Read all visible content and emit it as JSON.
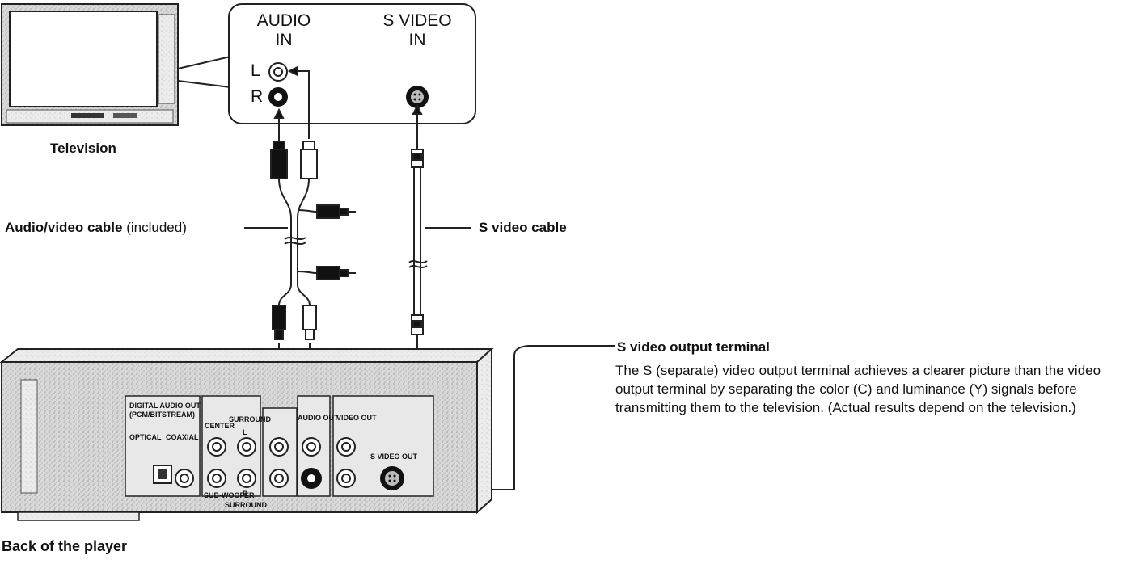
{
  "tv": {
    "label": "Television",
    "audio_in": {
      "line1": "AUDIO",
      "line2": "IN",
      "left": "L",
      "right": "R"
    },
    "svideo_in": {
      "line1": "S VIDEO",
      "line2": "IN"
    }
  },
  "cables": {
    "av_cable_bold": "Audio/video cable",
    "av_cable_note": "(included)",
    "svideo_cable": "S video cable"
  },
  "player": {
    "label": "Back of the player",
    "panel_labels": {
      "digital_audio_out": "DIGITAL AUDIO OUT",
      "digital_audio_out_sub": "(PCM/BITSTREAM)",
      "optical": "OPTICAL",
      "coaxial": "COAXIAL",
      "center": "CENTER",
      "surround_top": "SURROUND",
      "l": "L",
      "r": "R",
      "subwoofer": "SUB-WOOFER",
      "surround_bottom": "SURROUND",
      "audio_out": "AUDIO OUT",
      "video_out": "VIDEO OUT",
      "svideo_out": "S VIDEO OUT"
    }
  },
  "callout": {
    "title": "S video output terminal",
    "body": "The S (separate) video output terminal achieves a clearer picture than the video output terminal by separating the color (C) and luminance (Y) signals before transmitting them to the television. (Actual results depend on the television.)"
  }
}
